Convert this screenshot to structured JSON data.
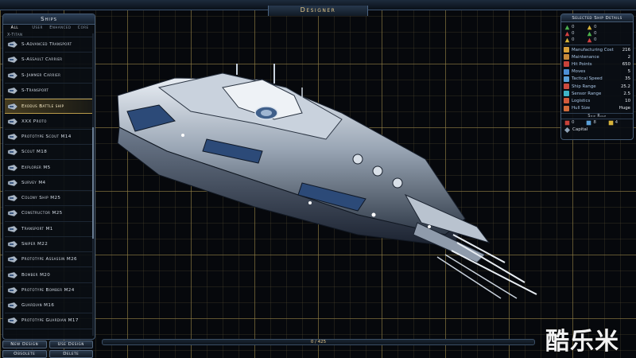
{
  "window": {
    "title": "Designer"
  },
  "ships_panel": {
    "title": "Ships",
    "tabs": [
      {
        "label": "All",
        "active": true
      },
      {
        "label": "User",
        "active": false
      },
      {
        "label": "Enhanced",
        "active": false
      },
      {
        "label": "Core",
        "active": false
      }
    ],
    "items": [
      {
        "label": "X-Titan",
        "selected": false
      },
      {
        "label": "S-Advanced Transport",
        "selected": false
      },
      {
        "label": "S-Assault Carrier",
        "selected": false
      },
      {
        "label": "S-Jammer Carrier",
        "selected": false
      },
      {
        "label": "S-Transport",
        "selected": false
      },
      {
        "label": "Exodus Battle ship",
        "selected": true
      },
      {
        "label": "XXX Proto",
        "selected": false
      },
      {
        "label": "Prototype Scout M14",
        "selected": false
      },
      {
        "label": "Scout M18",
        "selected": false
      },
      {
        "label": "Explorer M5",
        "selected": false
      },
      {
        "label": "Survey M4",
        "selected": false
      },
      {
        "label": "Colony Ship M25",
        "selected": false
      },
      {
        "label": "Constructor M25",
        "selected": false
      },
      {
        "label": "Transport M1",
        "selected": false
      },
      {
        "label": "Sniper M22",
        "selected": false
      },
      {
        "label": "Prototype Assassin M26",
        "selected": false
      },
      {
        "label": "Bomber M20",
        "selected": false
      },
      {
        "label": "Prototype Bomber M24",
        "selected": false
      },
      {
        "label": "Guardian M16",
        "selected": false
      },
      {
        "label": "Prototype Guardian M17",
        "selected": false
      }
    ],
    "buttons": {
      "new_design": "New Design",
      "use_design": "Use Design",
      "obsolete": "Obsolete",
      "delete": "Delete"
    }
  },
  "capacity": {
    "text": "0 / 425"
  },
  "details": {
    "title": "Selected Ship Details",
    "weapons": [
      {
        "icon": "beam-weapon-icon",
        "value": "0",
        "color": "#4db24d"
      },
      {
        "icon": "missile-weapon-icon",
        "value": "0",
        "color": "#d8b43a"
      },
      {
        "icon": "kinetic-weapon-icon",
        "value": "0",
        "color": "#d24040"
      },
      {
        "icon": "shield-defense-icon",
        "value": "0",
        "color": "#4db24d"
      },
      {
        "icon": "point-defense-icon",
        "value": "0",
        "color": "#d8b43a"
      },
      {
        "icon": "armor-defense-icon",
        "value": "0",
        "color": "#d24040"
      }
    ],
    "stats": [
      {
        "label": "Manufacturing Cost",
        "value": "216",
        "color": "#d8a13a"
      },
      {
        "label": "Maintenance",
        "value": "2",
        "color": "#c7893a"
      },
      {
        "label": "Hit Points",
        "value": "650",
        "color": "#c9423a"
      },
      {
        "label": "Moves",
        "value": "5",
        "color": "#4c8fd6"
      },
      {
        "label": "Tactical Speed",
        "value": "35",
        "color": "#5aa0d8"
      },
      {
        "label": "Ship Range",
        "value": "25.2",
        "color": "#cc4a3f"
      },
      {
        "label": "Sensor Range",
        "value": "2.5",
        "color": "#3fb4c9"
      },
      {
        "label": "Logistics",
        "value": "10",
        "color": "#d05a3c"
      },
      {
        "label": "Hull Size",
        "value": "Huge",
        "color": "#d06a3a"
      }
    ],
    "role": {
      "header": "Ship Role",
      "counts": [
        {
          "icon": "attack-role-icon",
          "value": "0",
          "color": "#c9423a"
        },
        {
          "icon": "defense-role-icon",
          "value": "8",
          "color": "#5aa0d8"
        },
        {
          "icon": "support-role-icon",
          "value": "4",
          "color": "#d8b43a"
        }
      ],
      "name": "Capital"
    }
  },
  "watermark": "酷乐米"
}
